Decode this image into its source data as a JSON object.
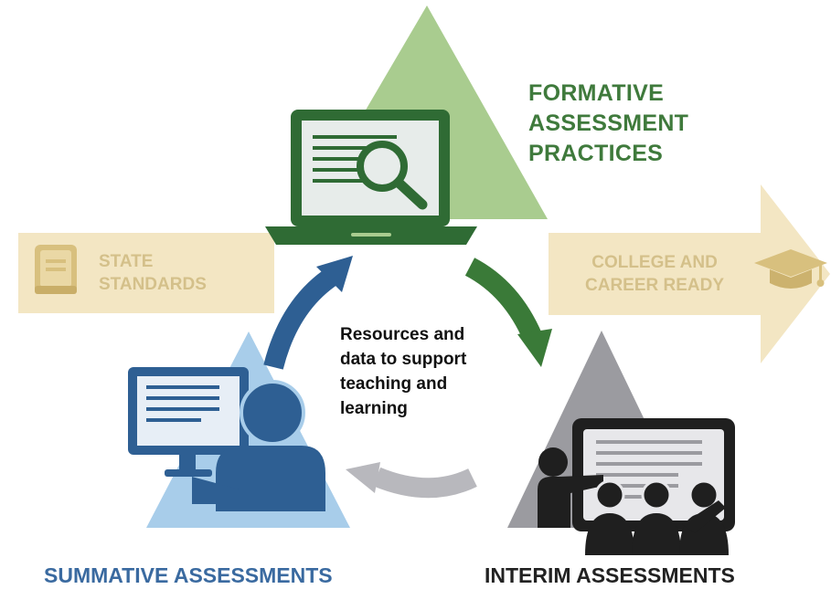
{
  "diagram": {
    "top_label": [
      "FORMATIVE",
      "ASSESSMENT",
      "PRACTICES"
    ],
    "left_arrow_label": [
      "STATE",
      "STANDARDS"
    ],
    "right_arrow_label": [
      "COLLEGE AND",
      "CAREER READY"
    ],
    "center_text": [
      "Resources and",
      "data to support",
      "teaching and",
      "learning"
    ],
    "bottom_left_label": "SUMMATIVE ASSESSMENTS",
    "bottom_right_label": "INTERIM ASSESSMENTS"
  },
  "colors": {
    "formative_green": "#3f7a3c",
    "formative_triangle": "#a9cc8f",
    "summative_blue": "#3a6aa0",
    "summative_triangle": "#a8cdea",
    "interim_gray": "#9b9ba0",
    "band_beige": "#f3e6c3",
    "band_text": "#d4c08a",
    "cycle_arrow_blue": "#2e5f93",
    "cycle_arrow_green": "#3a7a38",
    "cycle_arrow_gray": "#b8b8bd"
  },
  "icons": [
    "book-icon",
    "graduation-cap-icon",
    "laptop-magnifier-icon",
    "computer-user-icon",
    "teacher-presentation-icon"
  ]
}
